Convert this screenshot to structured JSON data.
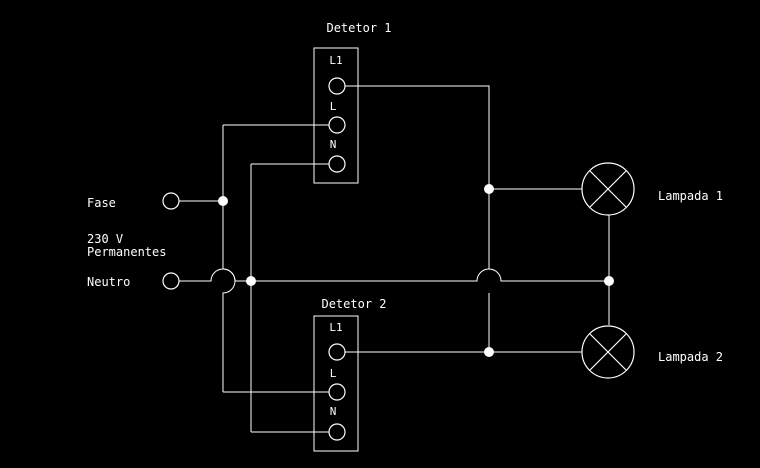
{
  "detectors": [
    {
      "title": "Detetor 1",
      "terminals": [
        "L1",
        "L",
        "N"
      ]
    },
    {
      "title": "Detetor 2",
      "terminals": [
        "L1",
        "L",
        "N"
      ]
    }
  ],
  "supply": {
    "phase_label": "Fase",
    "voltage_label": "230 V",
    "mode_label": "Permanentes",
    "neutral_label": "Neutro"
  },
  "lamps": [
    {
      "label": "Lampada 1"
    },
    {
      "label": "Lampada 2"
    }
  ],
  "colors": {
    "background": "#000000",
    "foreground": "#ffffff"
  }
}
